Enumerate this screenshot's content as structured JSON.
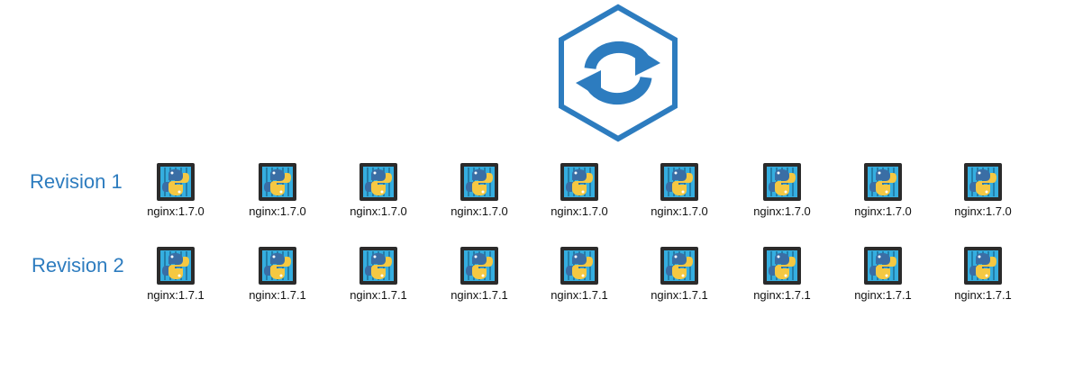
{
  "update_icon": "refresh-hexagon-icon",
  "colors": {
    "accent_blue": "#2d7cbf",
    "container_frame": "#2b2b2b",
    "container_fill": "#35aee0",
    "python_blue": "#3a6ea5",
    "python_yellow": "#f5c842"
  },
  "revisions": [
    {
      "label": "Revision 1",
      "pods": [
        "nginx:1.7.0",
        "nginx:1.7.0",
        "nginx:1.7.0",
        "nginx:1.7.0",
        "nginx:1.7.0",
        "nginx:1.7.0",
        "nginx:1.7.0",
        "nginx:1.7.0",
        "nginx:1.7.0"
      ]
    },
    {
      "label": "Revision 2",
      "pods": [
        "nginx:1.7.1",
        "nginx:1.7.1",
        "nginx:1.7.1",
        "nginx:1.7.1",
        "nginx:1.7.1",
        "nginx:1.7.1",
        "nginx:1.7.1",
        "nginx:1.7.1",
        "nginx:1.7.1"
      ]
    }
  ]
}
